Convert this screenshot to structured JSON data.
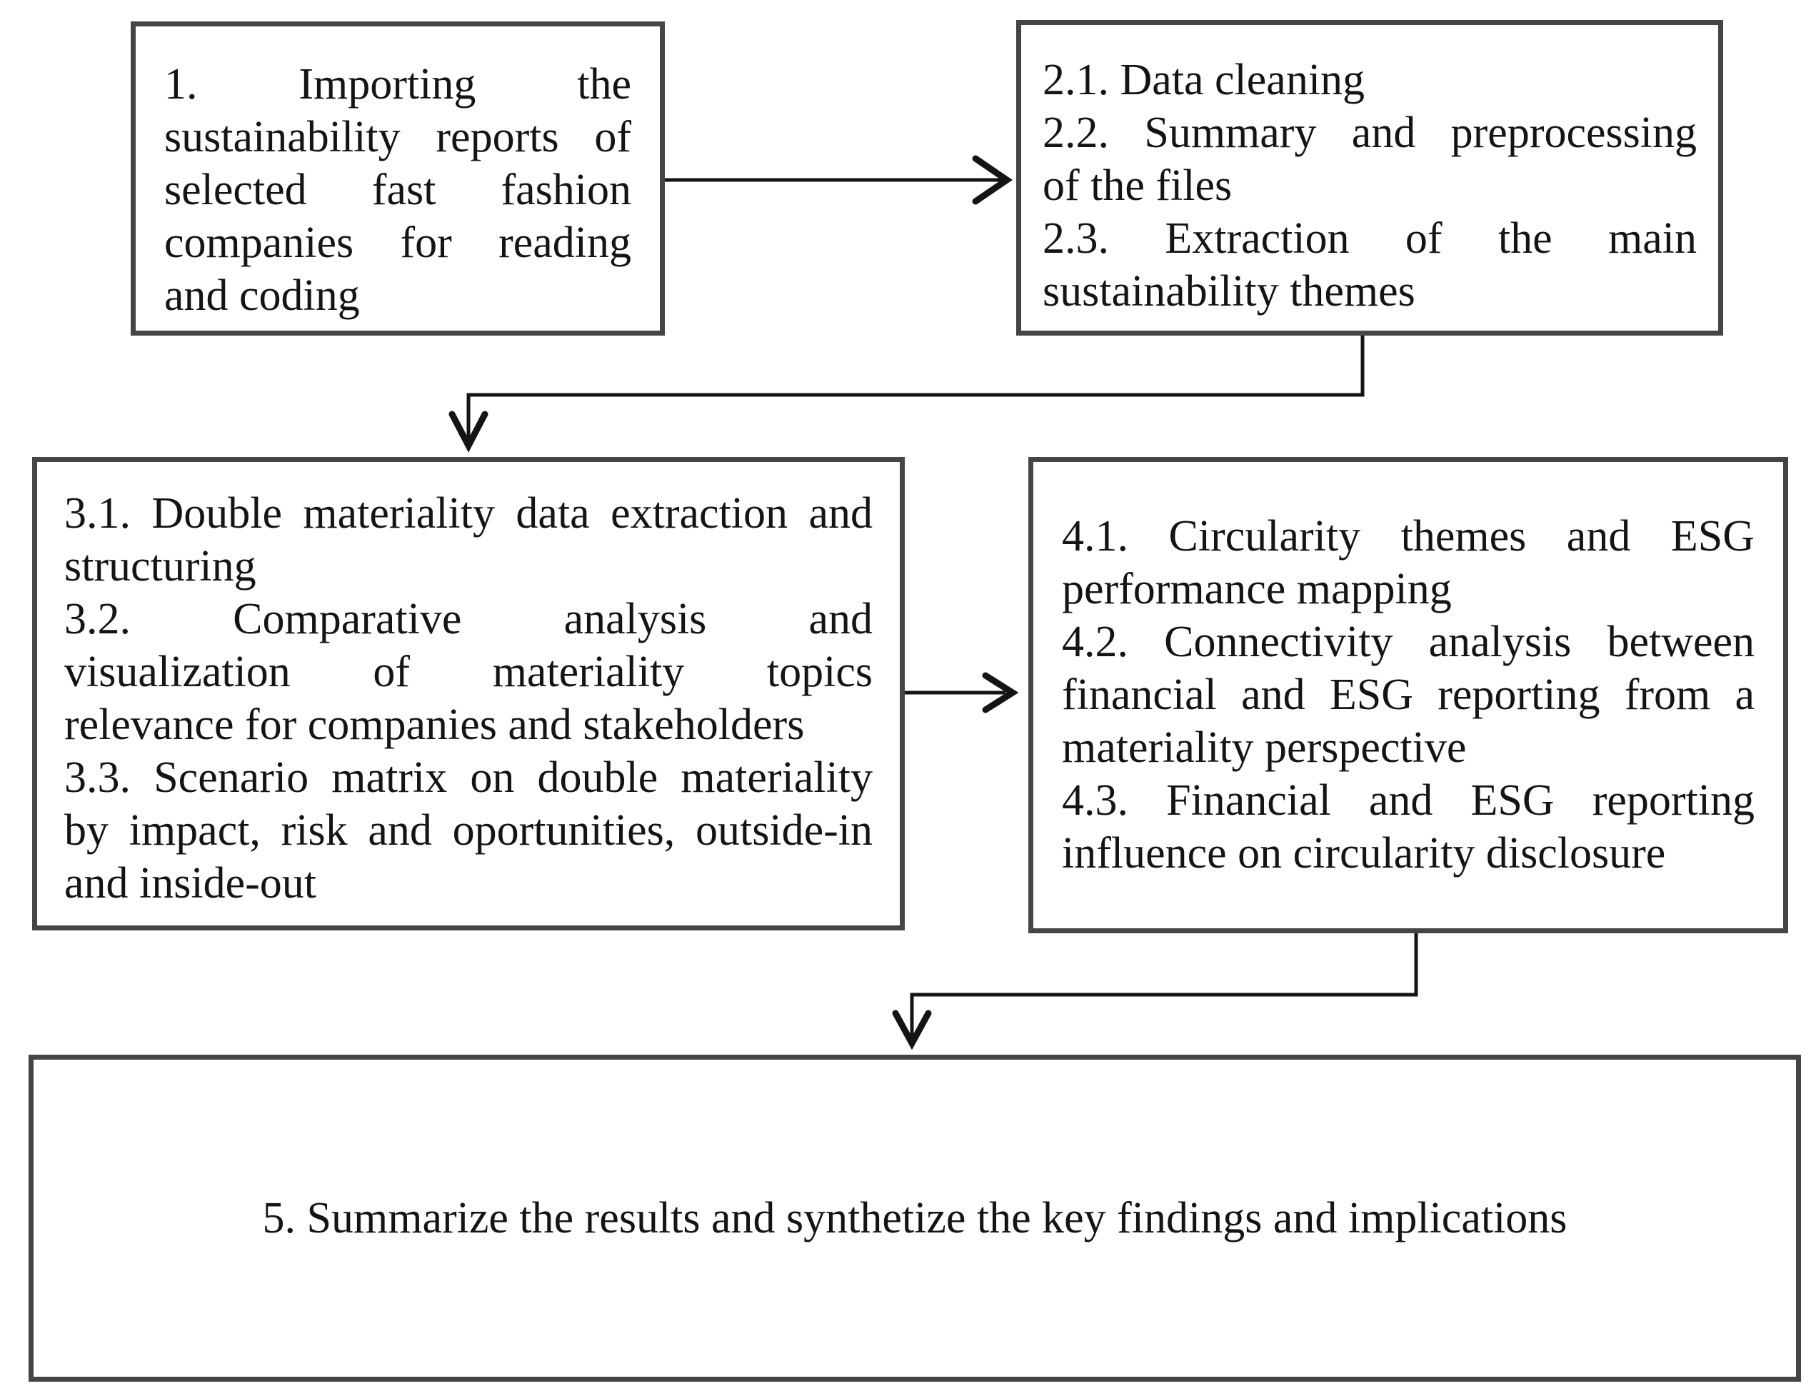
{
  "figure": {
    "background_color": "#ffffff",
    "box_border_color": "#454545",
    "arrow_color": "#141414",
    "text_color": "#141414"
  },
  "boxes": [
    {
      "id": "step-1",
      "items": [
        {
          "lines": [
            "1. Importing the",
            "sustainability reports of",
            "selected fast fashion",
            "companies for reading",
            "and coding"
          ]
        }
      ]
    },
    {
      "id": "step-2",
      "items": [
        {
          "lines": [
            "2.1. Data cleaning"
          ]
        },
        {
          "lines": [
            "2.2. Summary and preprocessing",
            "of the files"
          ]
        },
        {
          "lines": [
            "2.3. Extraction of the main",
            "sustainability themes"
          ]
        }
      ]
    },
    {
      "id": "step-3",
      "items": [
        {
          "lines": [
            "3.1. Double materiality data extraction and",
            "structuring"
          ]
        },
        {
          "lines": [
            "3.2. Comparative analysis and",
            "visualization of materiality topics",
            "relevance for companies and stakeholders"
          ]
        },
        {
          "lines": [
            "3.3. Scenario matrix on double materiality",
            "by impact, risk and oportunities, outside-in",
            "and inside-out"
          ]
        }
      ]
    },
    {
      "id": "step-4",
      "items": [
        {
          "lines": [
            "4.1. Circularity themes and ESG",
            "performance mapping"
          ]
        },
        {
          "lines": [
            "4.2. Connectivity analysis between",
            "financial and ESG reporting from a",
            "materiality perspective"
          ]
        },
        {
          "lines": [
            "4.3. Financial and ESG reporting",
            "influence on circularity disclosure"
          ]
        }
      ]
    },
    {
      "id": "step-5",
      "items": [
        {
          "lines": [
            "5. Summarize the results and synthetize the key findings and implications"
          ]
        }
      ]
    }
  ],
  "arrows": [
    {
      "from": "step-1",
      "to": "step-2",
      "shape": "straight-right"
    },
    {
      "from": "step-2",
      "to": "step-3",
      "shape": "elbow-down-left-down"
    },
    {
      "from": "step-3",
      "to": "step-4",
      "shape": "straight-right"
    },
    {
      "from": "step-4",
      "to": "step-5",
      "shape": "elbow-down-left-down"
    }
  ]
}
